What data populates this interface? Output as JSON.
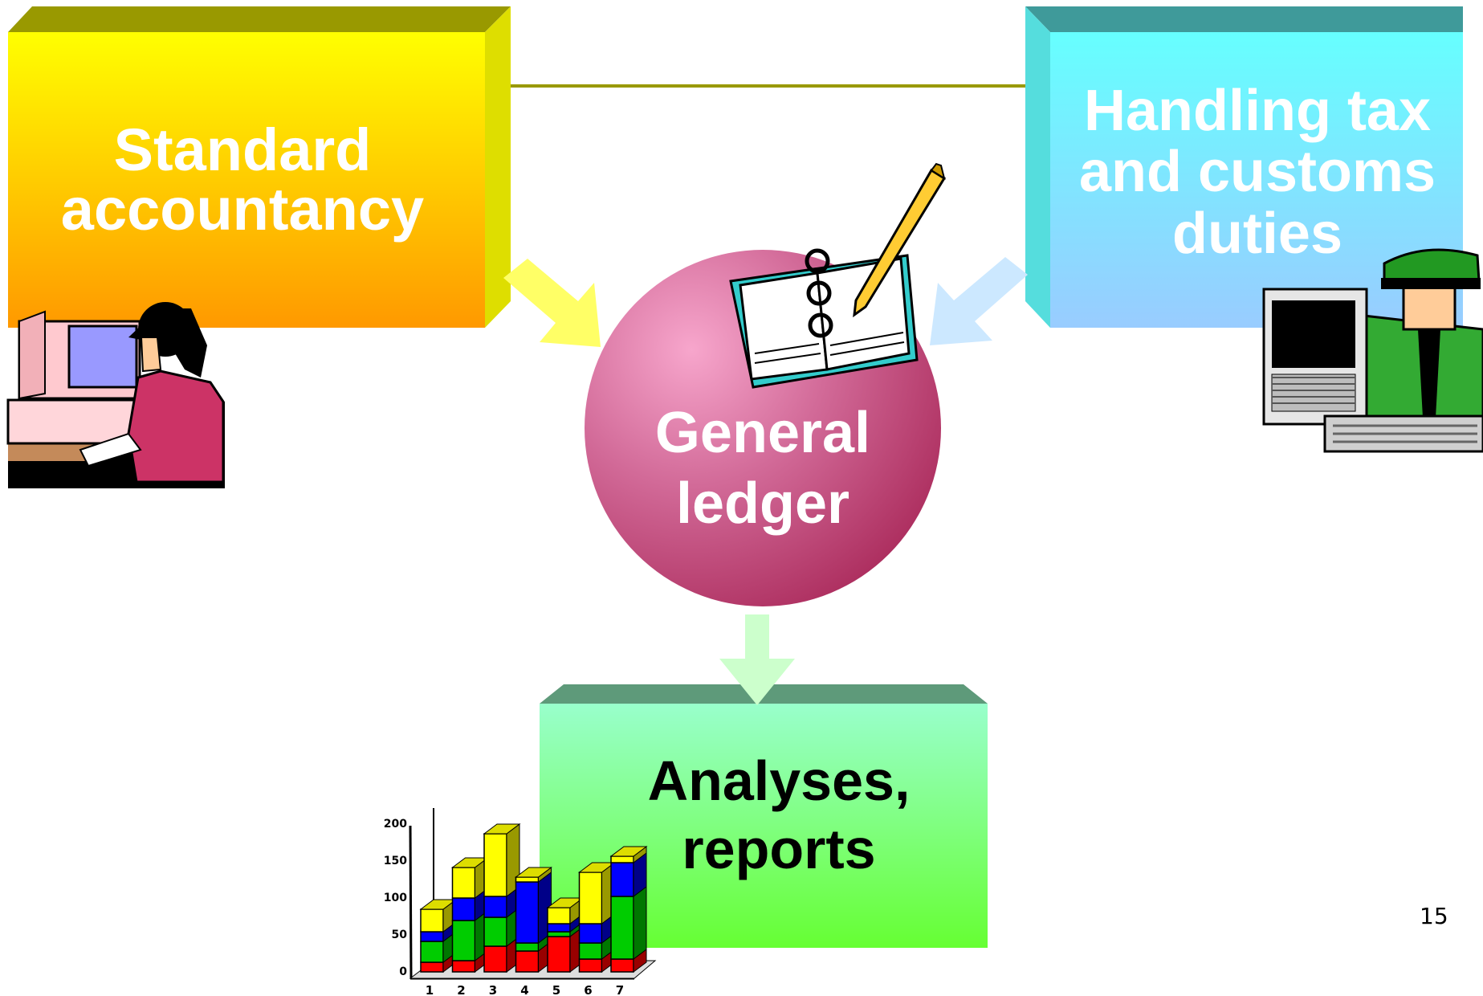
{
  "slide": {
    "page_number": "15",
    "nodes": {
      "standard_accountancy": {
        "label": "Standard accountancy"
      },
      "tax_customs": {
        "label": "Handling tax and customs duties"
      },
      "general_ledger": {
        "label": "General ledger"
      },
      "analyses_reports": {
        "label": "Analyses, reports"
      }
    },
    "colors": {
      "standard_top": "#ffff00",
      "standard_bottom": "#ff9900",
      "tax_top": "#66ffff",
      "tax_bottom": "#99ccff",
      "ledger": "#b03060",
      "analyses_top": "#99ffcc",
      "analyses_bottom": "#66ff33"
    },
    "chart_icon": {
      "y_tick_labels": [
        "0",
        "50",
        "100",
        "150",
        "200"
      ],
      "x_tick_labels": [
        "1",
        "2",
        "3",
        "4",
        "5",
        "6",
        "7"
      ]
    }
  }
}
